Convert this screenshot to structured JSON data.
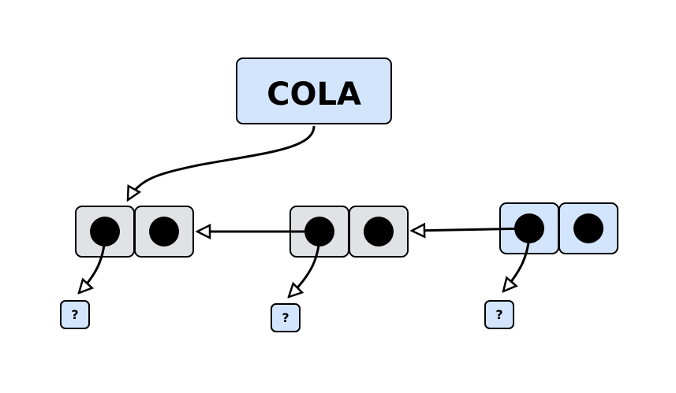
{
  "title": {
    "label": "COLA"
  },
  "nodes": [
    {
      "id": "node-1",
      "value_label": "?"
    },
    {
      "id": "node-2",
      "value_label": "?"
    },
    {
      "id": "node-3",
      "value_label": "?"
    }
  ],
  "colors": {
    "title_fill": "#d3e5fc",
    "cell_gray": "#e0e2e6",
    "cell_blue": "#d3e5fc",
    "value_fill": "#d3e5fc",
    "stroke": "#000000",
    "dot": "#000000"
  }
}
